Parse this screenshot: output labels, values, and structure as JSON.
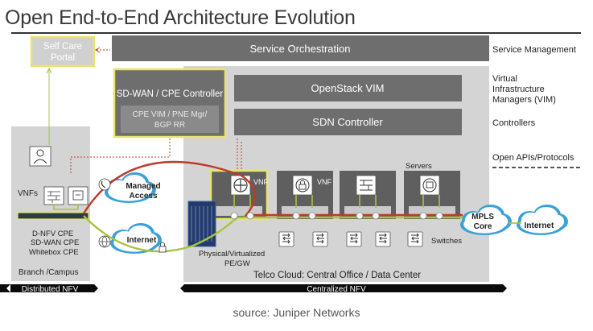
{
  "title": "Open End-to-End Architecture Evolution",
  "boxes": {
    "self_care_portal": [
      "Self Care",
      "Portal"
    ],
    "service_orchestration": "Service Orchestration",
    "sdwan_controller": "SD-WAN / CPE Controller",
    "cpe_vim": [
      "CPE VIM / PNE Mgr/",
      "BGP RR"
    ],
    "openstack_vim": "OpenStack VIM",
    "sdn_controller": "SDN Controller"
  },
  "layer_labels": {
    "service_management": "Service Management",
    "vim": [
      "Virtual",
      "Infrastructure",
      "Managers (VIM)"
    ],
    "controllers": "Controllers",
    "open_apis": "Open APIs/Protocols"
  },
  "branch": {
    "vnfs": "VNFs",
    "cpe": [
      "D-NFV CPE",
      "SD-WAN CPE",
      "Whitebox CPE"
    ],
    "name": "Branch /Campus"
  },
  "clouds": {
    "managed_access": [
      "Managed",
      "Access"
    ],
    "internet_left": "Internet",
    "mpls_core": [
      "MPLS",
      "Core"
    ],
    "internet_right": "Internet"
  },
  "data_center": {
    "vnf_labels": [
      "VNF",
      "VNF"
    ],
    "servers": "Servers",
    "switches": "Switches",
    "pe_gw": [
      "Physical/Virtualized",
      "PE/GW"
    ],
    "name": "Telco Cloud: Central Office / Data Center"
  },
  "bottom_bar": {
    "distributed": "Distributed NFV",
    "centralized": "Centralized NFV"
  },
  "source": "source: Juniper Networks",
  "colors": {
    "green": "#a8c43c",
    "red": "#c0392b",
    "dark_gray": "#6e6e6e",
    "light_gray": "#d3d3d3",
    "cloud_blue": "#3aa0d8",
    "yellow_border": "#e7e66a"
  }
}
